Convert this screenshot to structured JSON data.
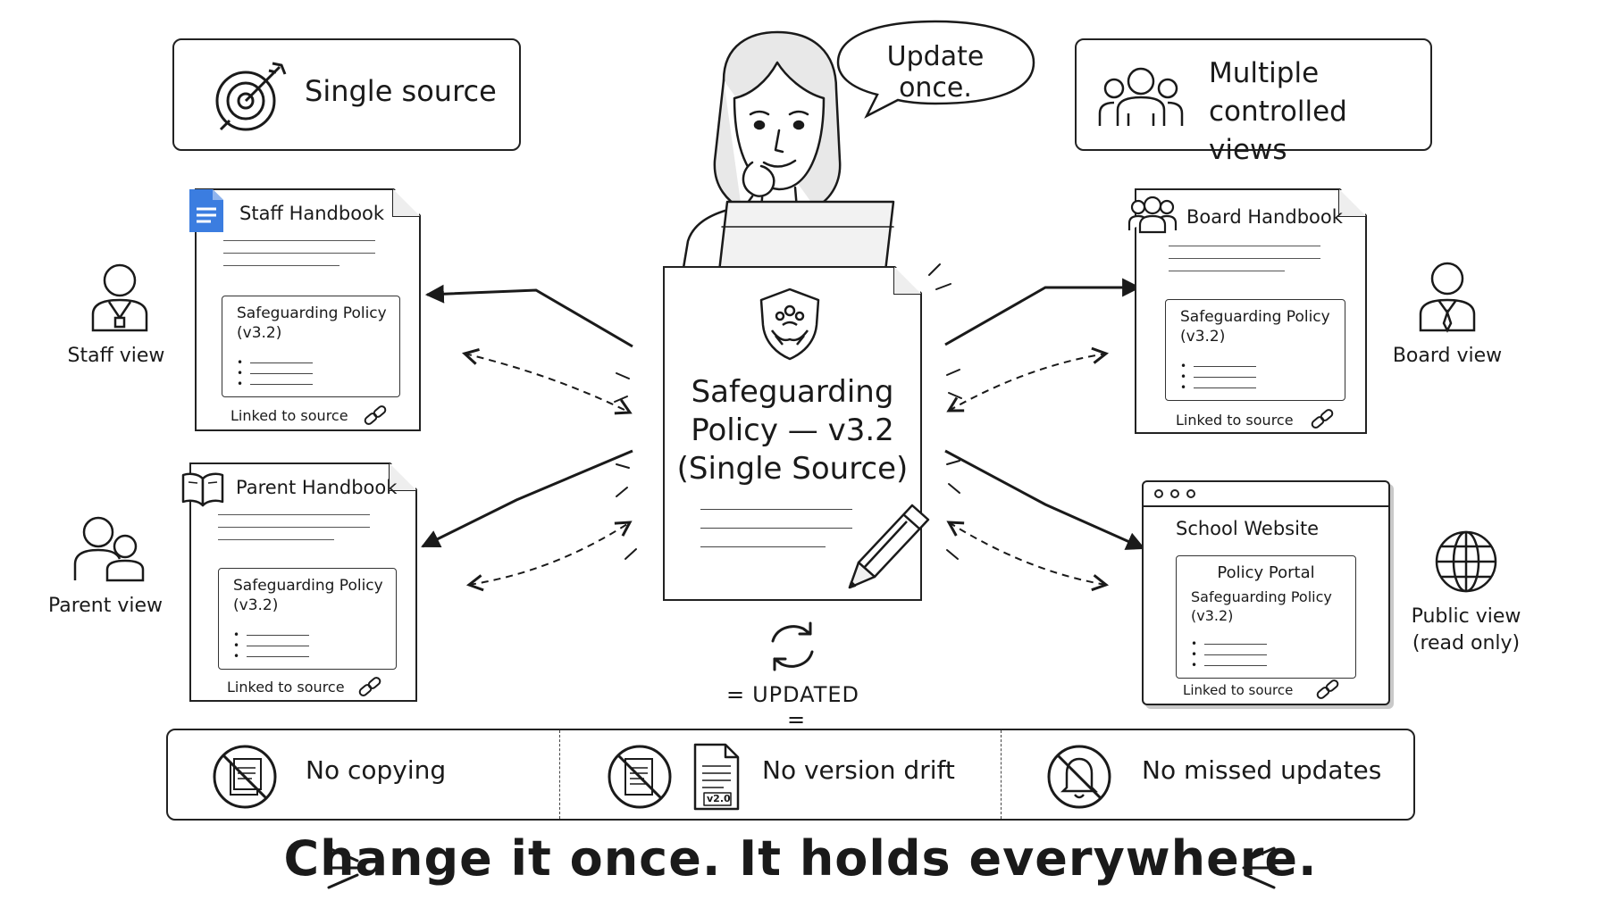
{
  "header": {
    "single_source": "Single source",
    "speech": "Update once.",
    "multiple_views": "Multiple\ncontrolled views"
  },
  "central": {
    "title_line1": "Safeguarding",
    "title_line2": "Policy — v3.2",
    "title_line3": "(Single Source)",
    "status": "UPDATED"
  },
  "documents": {
    "staff": {
      "title": "Staff Handbook",
      "policy": "Safeguarding Policy\n(v3.2)",
      "linked": "Linked to source"
    },
    "parent": {
      "title": "Parent Handbook",
      "policy": "Safeguarding Policy\n(v3.2)",
      "linked": "Linked to source"
    },
    "board": {
      "title": "Board Handbook",
      "policy": "Safeguarding Policy\n(v3.2)",
      "linked": "Linked to source"
    },
    "website": {
      "title": "School Website",
      "portal": "Policy Portal",
      "policy": "Safeguarding Policy\n(v3.2)",
      "linked": "Linked to source"
    }
  },
  "views": {
    "staff": "Staff view",
    "parent": "Parent view",
    "board": "Board view",
    "public": "Public view\n(read only)"
  },
  "features": {
    "no_copying": "No copying",
    "no_version_drift": "No version drift",
    "no_missed_updates": "No missed updates",
    "version_stamp": "v2.0"
  },
  "tagline": "Change it once. It holds everywhere.",
  "colors": {
    "ink": "#1a1a1a",
    "doc_icon_blue": "#3b7de0",
    "shadow": "#c9c9c9"
  },
  "icons": [
    "target-icon",
    "group-icon",
    "person-badge-icon",
    "parent-child-icon",
    "person-tie-icon",
    "globe-icon",
    "shield-hands-icon",
    "pencil-icon",
    "sync-icon",
    "link-icon",
    "book-icon",
    "no-copy-icon",
    "no-drift-icon",
    "no-bell-icon"
  ]
}
